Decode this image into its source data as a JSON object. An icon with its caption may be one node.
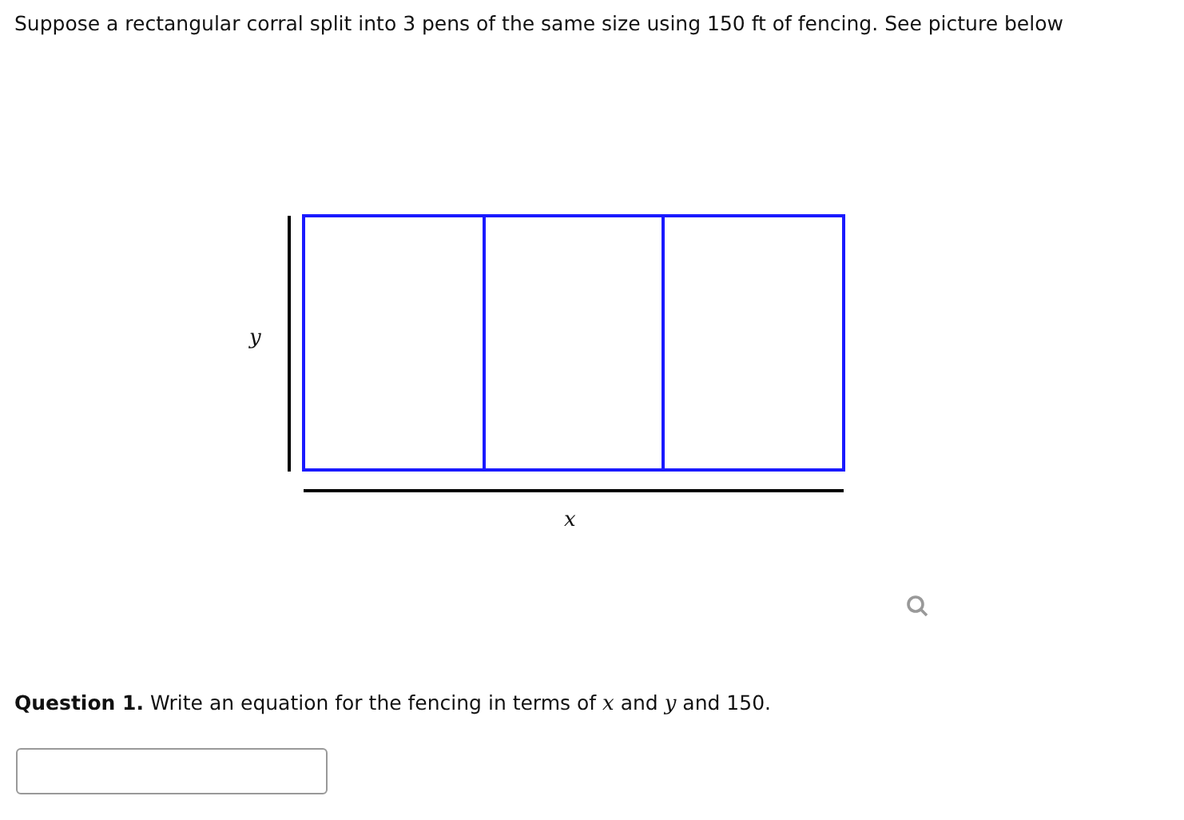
{
  "diagram": {
    "title": "Suppose a rectangular corral split into 3 pens of the same size using 150 ft of fencing. See picture below",
    "labels": [
      "y",
      "x",
      "**Question 1.** Write an equation for the fencing in terms of *x* and *y* and 150."
    ]
  }
}
